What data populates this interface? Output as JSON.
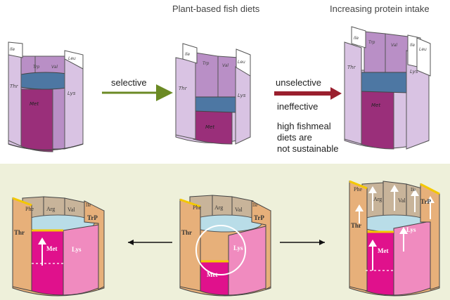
{
  "headers": {
    "center": "Plant-based fish diets",
    "right": "Increasing protein intake"
  },
  "captions": {
    "selective": "selective",
    "unselective": "unselective",
    "ineffective": "ineffective",
    "fishmeal_1": "high fishmeal",
    "fishmeal_2": "diets are",
    "fishmeal_3": "not sustainable"
  },
  "staves": {
    "ile": "Ile",
    "leu": "Leu",
    "trp": "Trp",
    "val": "Val",
    "thr": "Thr",
    "lys": "Lys",
    "met": "Met",
    "phe": "Phe",
    "arg": "Arg",
    "ile_serif": "Ile",
    "trp_serif": "TrP"
  },
  "colors": {
    "top_bg": "#ffffff",
    "bottom_bg": "#eef0da",
    "light_purple": "#d9c3e3",
    "mid_purple": "#b98fc6",
    "dark_purple": "#9a2f7a",
    "water_top": "#4d77a3",
    "green_arrow": "#6b8a24",
    "red_arrow": "#9a1f2e",
    "orange": "#e7b07a",
    "taupe": "#c8b49a",
    "magenta": "#e0118c",
    "pink": "#f08bbf",
    "water_bottom": "#b9dde8",
    "yellow_rim": "#f4c800"
  }
}
